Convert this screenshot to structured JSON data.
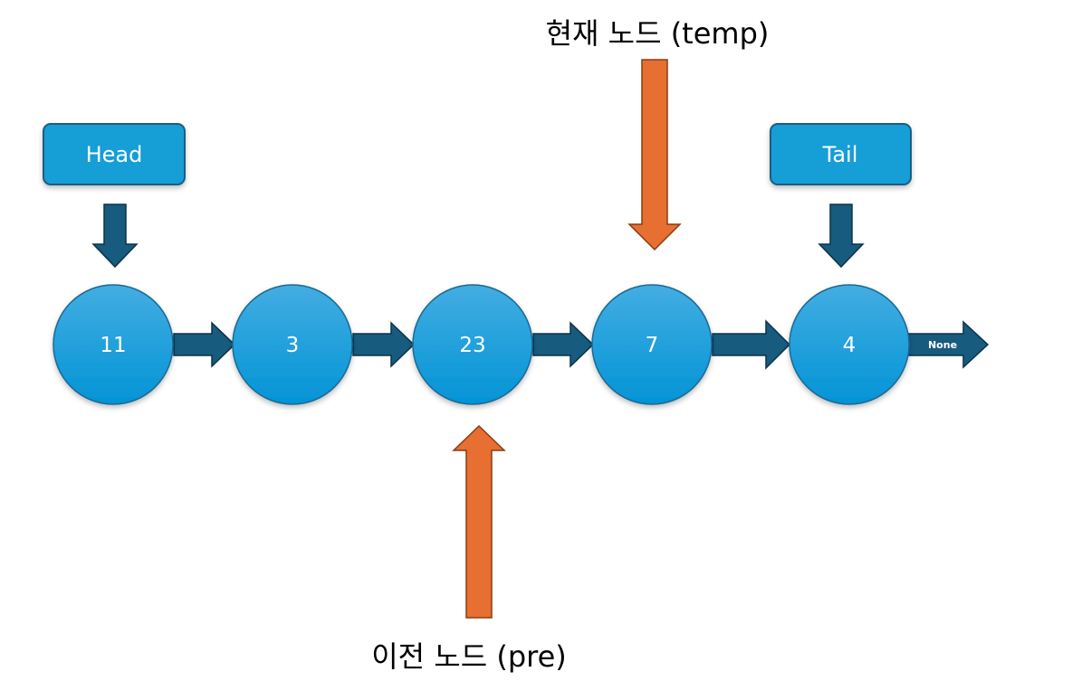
{
  "colors": {
    "node_fill_top": "#43ade2",
    "node_fill_bottom": "#0394d6",
    "node_stroke": "#1a6a94",
    "label_box_fill": "#149ed6",
    "label_box_stroke": "#1a5d82",
    "link_arrow_fill": "#175b7f",
    "link_arrow_stroke": "#0b3348",
    "pointer_arrow_fill": "#e76f31",
    "pointer_arrow_stroke": "#8a3c14"
  },
  "nodes": [
    {
      "value": "11"
    },
    {
      "value": "3"
    },
    {
      "value": "23"
    },
    {
      "value": "7"
    },
    {
      "value": "4"
    }
  ],
  "end_marker": {
    "label": "None"
  },
  "head": {
    "label": "Head",
    "icon": "arrow-down-icon"
  },
  "tail": {
    "label": "Tail",
    "icon": "arrow-down-icon"
  },
  "current_pointer": {
    "label": "현재 노드 (temp)",
    "icon": "arrow-down-icon"
  },
  "previous_pointer": {
    "label": "이전 노드 (pre)",
    "icon": "arrow-up-icon"
  }
}
